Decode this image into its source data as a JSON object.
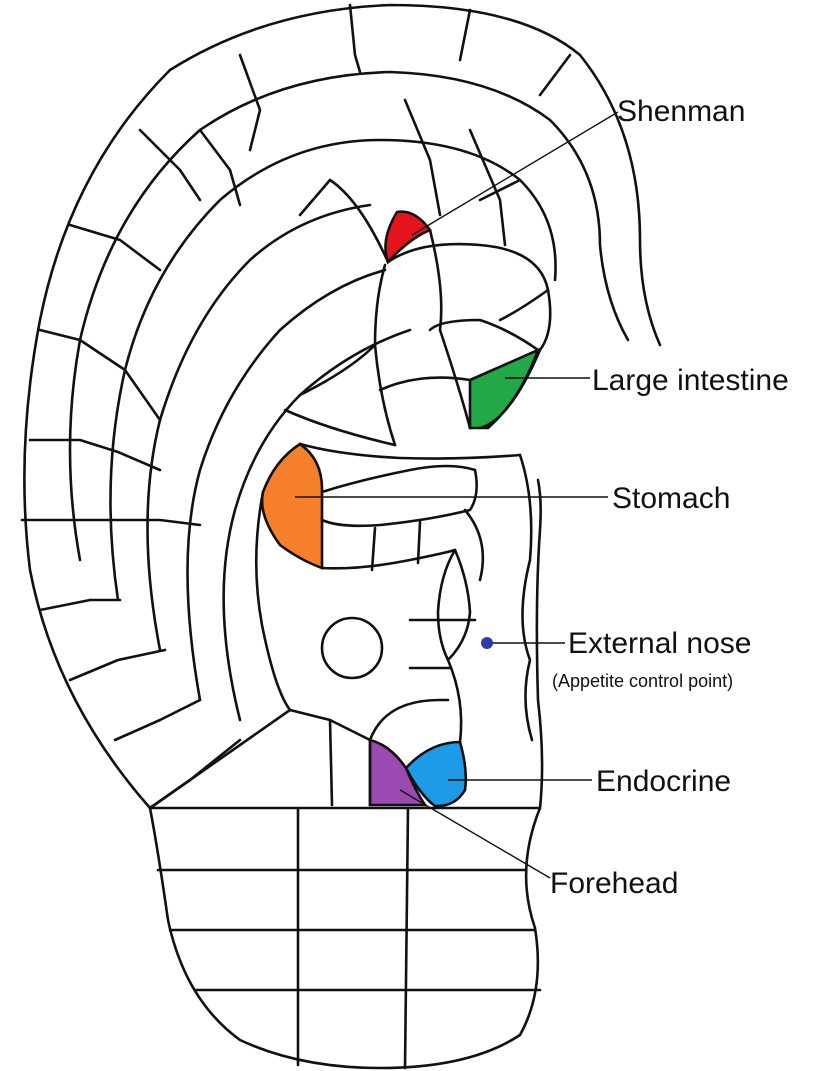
{
  "labels": {
    "shenman": "Shenman",
    "large_intestine": "Large intestine",
    "stomach": "Stomach",
    "external_nose": "External nose",
    "external_nose_note": "(Appetite control point)",
    "endocrine": "Endocrine",
    "forehead": "Forehead"
  },
  "colors": {
    "shenman": "#e3141b",
    "large_intestine": "#23a848",
    "stomach": "#f57f2a",
    "endocrine": "#1e9be6",
    "forehead": "#9b4aaf",
    "external_nose": "#2d3ca8"
  }
}
